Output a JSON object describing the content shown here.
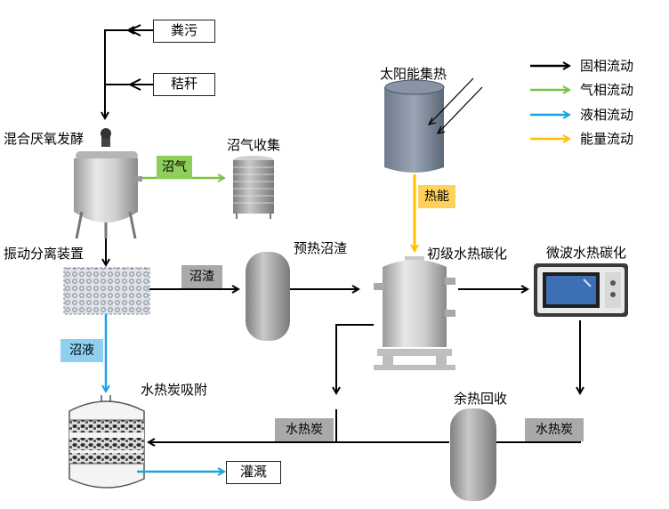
{
  "inputs": {
    "feces": "粪污",
    "straw": "秸秆"
  },
  "equipment": {
    "digester": "混合厌氧发酵",
    "biogas_collect": "沼气收集",
    "separator": "振动分离装置",
    "preheat": "预热沼渣",
    "solar": "太阳能集热",
    "primary_htc": "初级水热碳化",
    "microwave_htc": "微波水热碳化",
    "heat_recovery": "余热回收",
    "hydrochar_adsorb": "水热炭吸附",
    "irrigation": "灌溉"
  },
  "flow_tags": {
    "biogas": "沼气",
    "digestate_solid": "沼渣",
    "digestate_liquid": "沼液",
    "heat": "热能",
    "hydrochar_left": "水热炭",
    "hydrochar_right": "水热炭"
  },
  "legend": [
    {
      "label": "固相流动",
      "color": "#000000"
    },
    {
      "label": "气相流动",
      "color": "#7dc242"
    },
    {
      "label": "液相流动",
      "color": "#1aa3e0"
    },
    {
      "label": "能量流动",
      "color": "#ffc000"
    }
  ]
}
